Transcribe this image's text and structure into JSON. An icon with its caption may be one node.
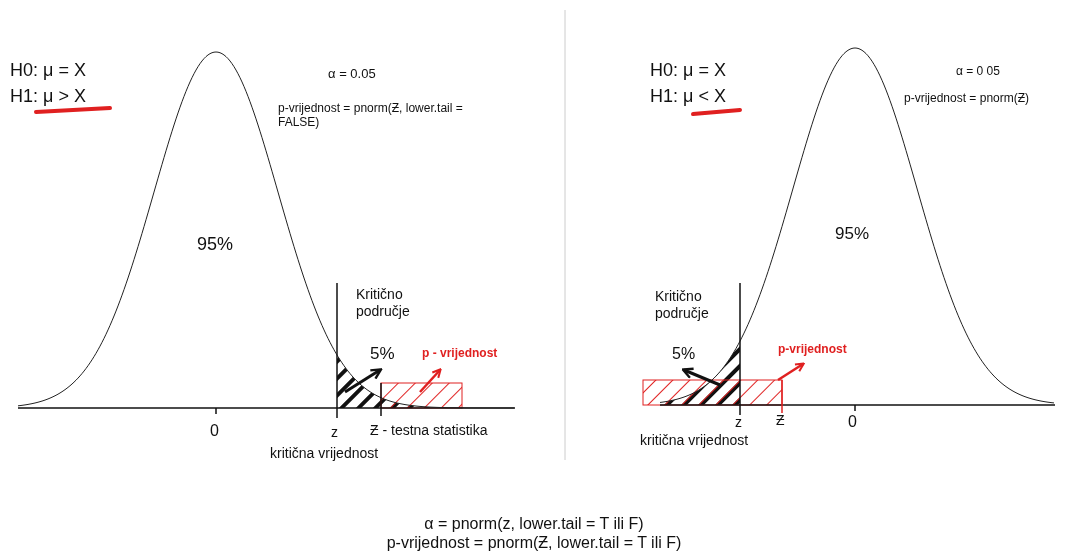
{
  "diagram": {
    "labels": [
      "H0: μ = X",
      "H1: μ > X",
      "α = 0.05",
      "p-vrijednost = pnorm(Ƶ, lower.tail = FALSE)",
      "95%",
      "Kritično područje",
      "5%",
      "p - vrijednost",
      "0",
      "z",
      "Ƶ - testna statistika",
      "kritična vrijednost",
      "H0: μ = X",
      "H1: μ < X",
      "α = 0 05",
      "p-vrijednost = pnorm(Ƶ)",
      "95%",
      "Kritično područje",
      "5%",
      "p-vrijednost",
      "z",
      "Ƶ",
      "0",
      "kritična vrijednost",
      "α = pnorm(z, lower.tail = T ili F)",
      "p-vrijednost = pnorm(Ƶ, lower.tail = T ili F)"
    ]
  }
}
